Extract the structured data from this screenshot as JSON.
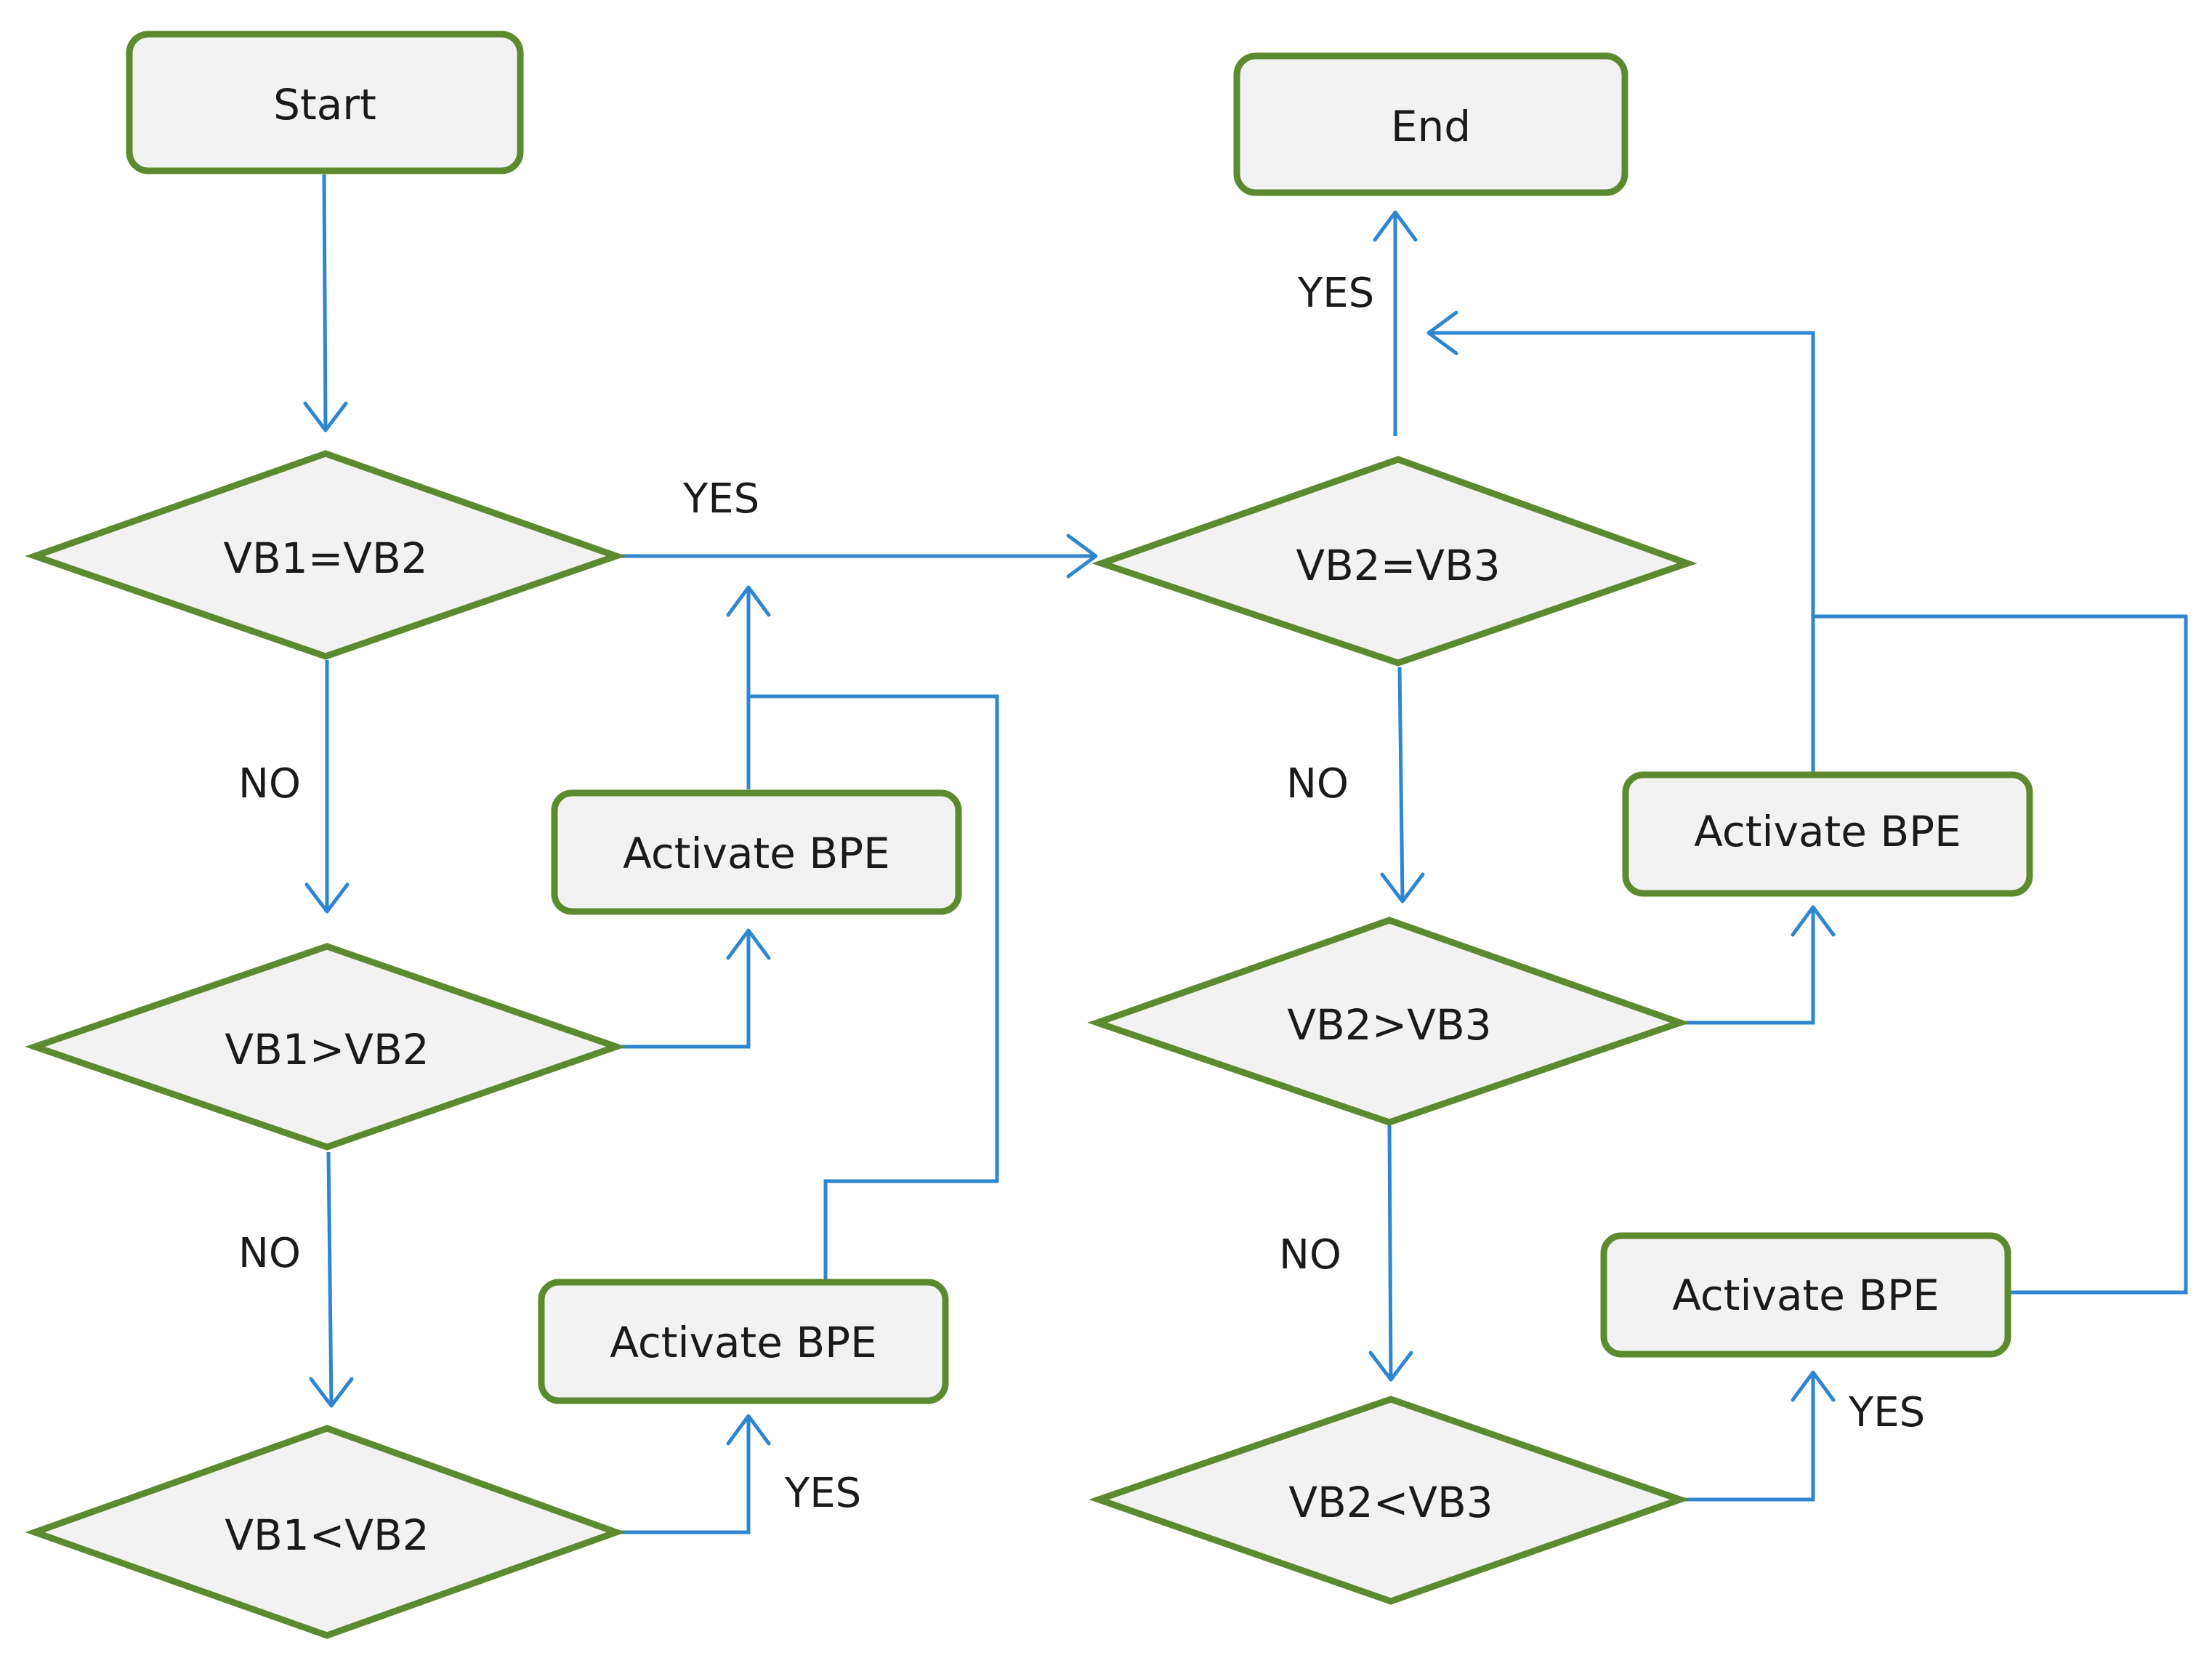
{
  "nodes": {
    "start": "Start",
    "end": "End",
    "d_vb1_eq_vb2": "VB1=VB2",
    "d_vb1_gt_vb2": "VB1>VB2",
    "d_vb1_lt_vb2": "VB1<VB2",
    "d_vb2_eq_vb3": "VB2=VB3",
    "d_vb2_gt_vb3": "VB2>VB3",
    "d_vb2_lt_vb3": "VB2<VB3",
    "activate_bpe_1": "Activate BPE",
    "activate_bpe_2": "Activate BPE",
    "activate_bpe_3": "Activate BPE",
    "activate_bpe_4": "Activate BPE"
  },
  "edge_labels": {
    "yes_vb1_eq_vb2": "YES",
    "no_vb1_eq_vb2": "NO",
    "no_vb1_gt_vb2": "NO",
    "yes_vb1_lt_vb2": "YES",
    "yes_vb2_eq_vb3": "YES",
    "no_vb2_eq_vb3": "NO",
    "no_vb2_gt_vb3": "NO",
    "yes_vb2_lt_vb3": "YES"
  },
  "colors": {
    "node_fill": "#f2f2f2",
    "node_border": "#5c8a2e",
    "arrow": "#2e86d1"
  }
}
